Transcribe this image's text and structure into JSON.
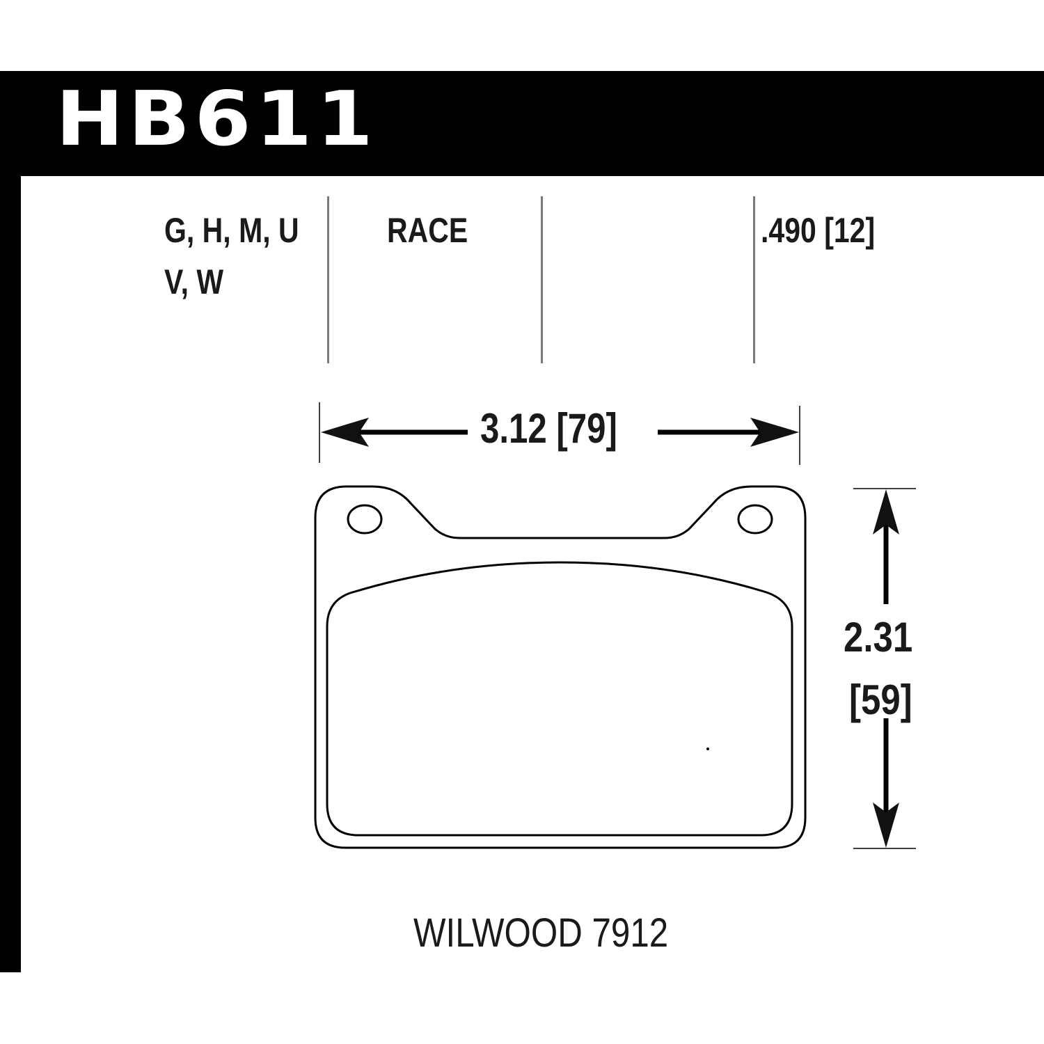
{
  "header": {
    "part_number": "HB611",
    "background_color": "#000000",
    "text_color": "#ffffff"
  },
  "specs": {
    "compounds_line1": "G, H, M, U",
    "compounds_line2": "V, W",
    "application": "RACE",
    "thickness": ".490 [12]"
  },
  "dimensions": {
    "width": "3.12 [79]",
    "height_in": "2.31",
    "height_mm": "[59]"
  },
  "caliper": {
    "label": "WILWOOD 7912"
  },
  "colors": {
    "line": "#000000",
    "text": "#1a1a1a",
    "divider": "#7a7a7a"
  }
}
